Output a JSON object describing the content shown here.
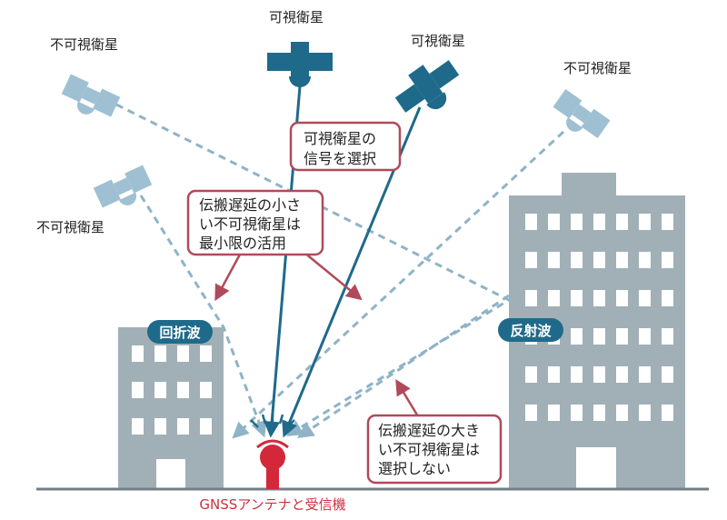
{
  "satellites": {
    "invisible_label": "不可視衛星",
    "visible_label": "可視衛星"
  },
  "callouts": {
    "select_visible": [
      "可視衛星の",
      "信号を選択"
    ],
    "small_delay": [
      "伝搬遅延の小さ",
      "い不可視衛星は",
      "最小限の活用"
    ],
    "large_delay": [
      "伝搬遅延の大き",
      "い不可視衛星は",
      "選択しない"
    ]
  },
  "badges": {
    "diffraction": "回折波",
    "reflection": "反射波"
  },
  "antenna": {
    "label": "GNSSアンテナと受信機"
  },
  "colors": {
    "satellite_visible": "#1f6a8a",
    "satellite_invisible": "#9fc0d3",
    "signal_visible": "#1f6a8a",
    "signal_invisible": "#8fb3c7",
    "building": "#a1b0b6",
    "callout_border": "#b04a5a",
    "antenna": "#d2283a",
    "ground": "#6f7f85"
  }
}
